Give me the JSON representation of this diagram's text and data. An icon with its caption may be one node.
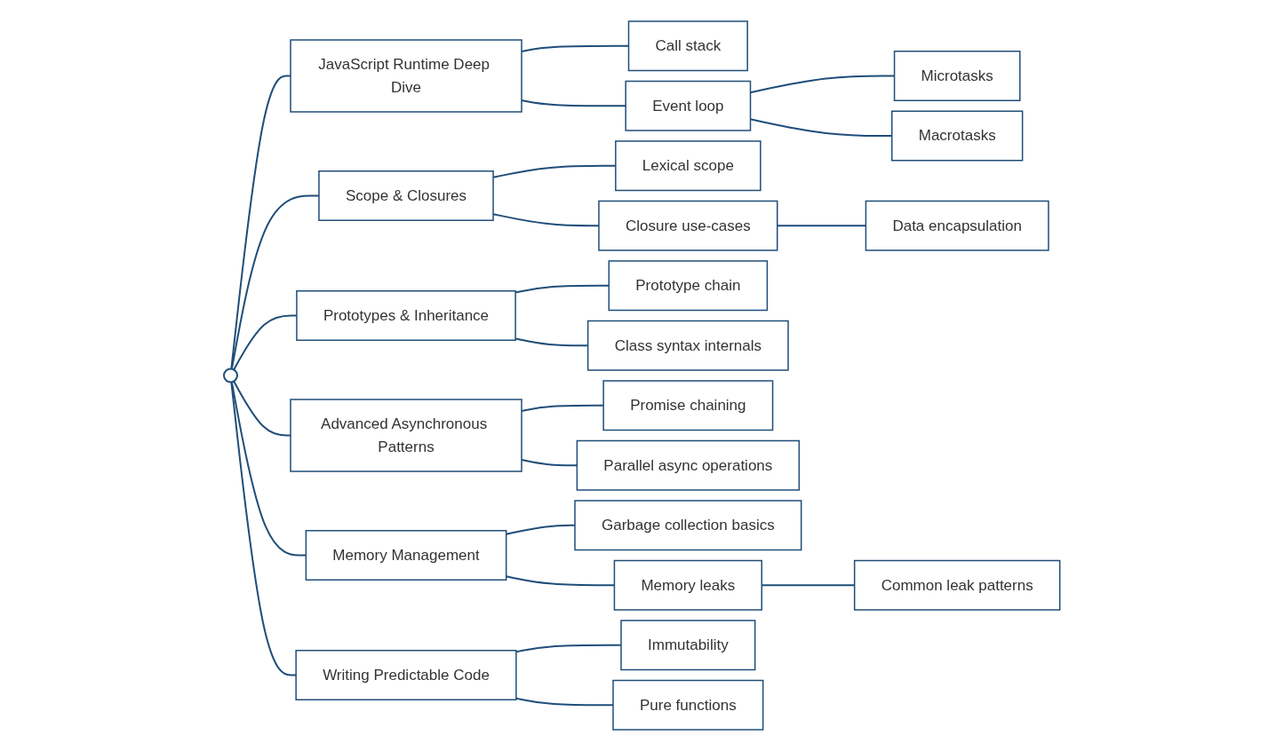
{
  "diagram": {
    "nodes": [
      {
        "text": [],
        "shape": "circle"
      },
      {
        "text": [
          "JavaScript Runtime Deep Dive"
        ]
      },
      {
        "text": [
          "Call stack"
        ]
      },
      {
        "text": [
          "Event loop"
        ]
      },
      {
        "text": [
          "Microtasks"
        ]
      },
      {
        "text": [
          "Macrotasks"
        ]
      },
      {
        "text": [
          "Scope & Closures"
        ]
      },
      {
        "text": [
          "Lexical scope"
        ]
      },
      {
        "text": [
          "Closure use-cases"
        ]
      },
      {
        "text": [
          "Data encapsulation"
        ]
      },
      {
        "text": [
          "Prototypes & Inheritance"
        ]
      },
      {
        "text": [
          "Prototype chain"
        ]
      },
      {
        "text": [
          "Class syntax internals"
        ]
      },
      {
        "text": [
          "Advanced Asynchronous Patterns"
        ]
      },
      {
        "text": [
          "Promise chaining"
        ]
      },
      {
        "text": [
          "Parallel async operations"
        ]
      },
      {
        "text": [
          "Memory Management"
        ]
      },
      {
        "text": [
          "Garbage collection basics"
        ]
      },
      {
        "text": [
          "Memory leaks"
        ]
      },
      {
        "text": [
          "Common leak patterns"
        ]
      },
      {
        "text": [
          "Writing Predictable Code"
        ]
      },
      {
        "text": [
          "Immutability"
        ]
      },
      {
        "text": [
          "Pure functions"
        ]
      }
    ],
    "edges": [
      {
        "from": 0,
        "to": 1,
        "arrow": "none"
      },
      {
        "from": 1,
        "to": 2,
        "arrow": "none"
      },
      {
        "from": 1,
        "to": 3,
        "arrow": "none"
      },
      {
        "from": 3,
        "to": 4,
        "arrow": "none"
      },
      {
        "from": 3,
        "to": 5,
        "arrow": "none"
      },
      {
        "from": 0,
        "to": 6,
        "arrow": "none"
      },
      {
        "from": 6,
        "to": 7,
        "arrow": "none"
      },
      {
        "from": 6,
        "to": 8,
        "arrow": "none"
      },
      {
        "from": 8,
        "to": 9,
        "arrow": "none"
      },
      {
        "from": 0,
        "to": 10,
        "arrow": "none"
      },
      {
        "from": 10,
        "to": 11,
        "arrow": "none"
      },
      {
        "from": 10,
        "to": 12,
        "arrow": "none"
      },
      {
        "from": 0,
        "to": 13,
        "arrow": "none"
      },
      {
        "from": 13,
        "to": 14,
        "arrow": "none"
      },
      {
        "from": 13,
        "to": 15,
        "arrow": "none"
      },
      {
        "from": 0,
        "to": 16,
        "arrow": "none"
      },
      {
        "from": 16,
        "to": 17,
        "arrow": "none"
      },
      {
        "from": 16,
        "to": 18,
        "arrow": "none"
      },
      {
        "from": 18,
        "to": 19,
        "arrow": "none"
      },
      {
        "from": 0,
        "to": 20,
        "arrow": "none"
      },
      {
        "from": 20,
        "to": 21,
        "arrow": "none"
      },
      {
        "from": 20,
        "to": 22,
        "arrow": "none"
      }
    ]
  }
}
